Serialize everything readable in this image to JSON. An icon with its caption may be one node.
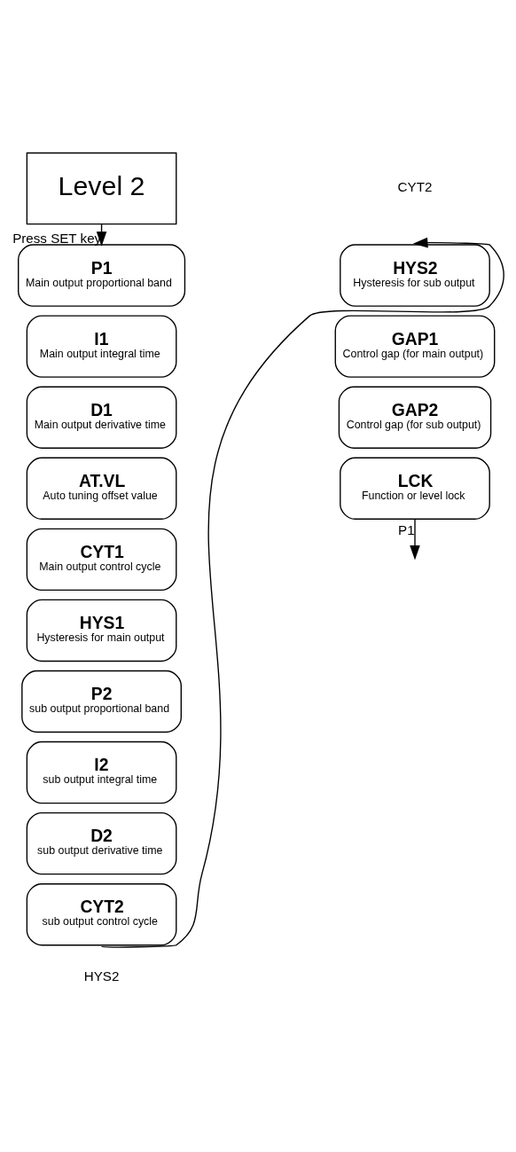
{
  "diagram": {
    "nodes": [
      {
        "text": [
          "Level 2"
        ]
      },
      {
        "text": [
          "P1",
          "Main output proportional band"
        ]
      },
      {
        "text": [
          "I1",
          "Main output integral time"
        ]
      },
      {
        "text": [
          "D1",
          "Main output derivative time"
        ]
      },
      {
        "text": [
          "AT.VL",
          "Auto tuning offset value"
        ]
      },
      {
        "text": [
          "CYT1",
          "Main output control cycle"
        ]
      },
      {
        "text": [
          "HYS1",
          "Hysteresis for main output"
        ]
      },
      {
        "text": [
          "P2",
          "sub output proportional band"
        ]
      },
      {
        "text": [
          "I2",
          "sub output integral time"
        ]
      },
      {
        "text": [
          "D2",
          "sub output derivative time"
        ]
      },
      {
        "text": [
          "CYT2",
          "sub output control cycle"
        ]
      },
      {
        "text": [
          "HYS2",
          "Hysteresis for sub output"
        ]
      },
      {
        "text": [
          "GAP1",
          "Control gap (for main output)"
        ]
      },
      {
        "text": [
          "GAP2",
          "Control gap (for sub output)"
        ]
      },
      {
        "text": [
          "LCK",
          "Function or level lock"
        ]
      }
    ],
    "edges": [
      {
        "from": 0,
        "to": 1,
        "arrow": "to",
        "label": "Press SET key"
      },
      {
        "from": 10,
        "to": 11,
        "arrow": "to"
      },
      {
        "from": 14,
        "to": null,
        "arrow": "to",
        "label": "P1"
      }
    ],
    "labels": [
      "HYS2",
      "CYT2"
    ]
  }
}
